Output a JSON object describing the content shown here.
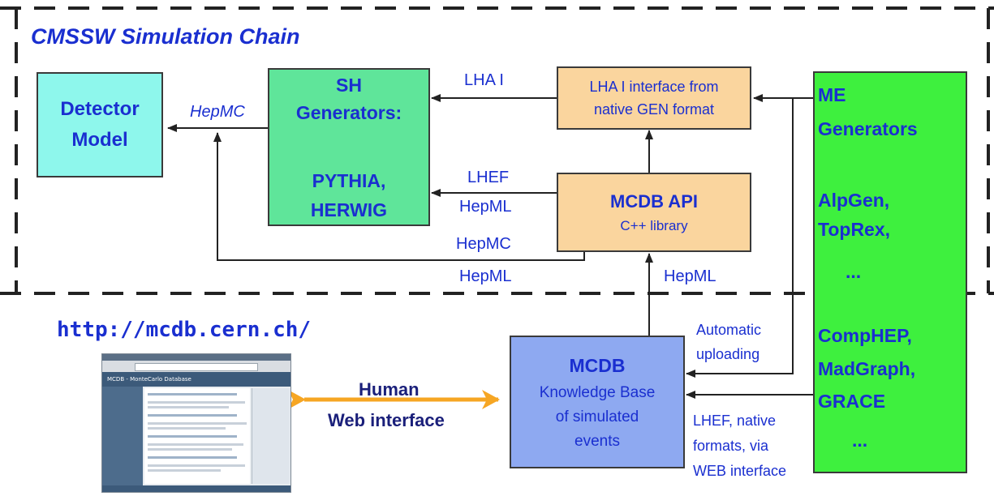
{
  "title": "CMSSW Simulation Chain",
  "url": "http://mcdb.cern.ch/",
  "boxes": {
    "detector": {
      "line1": "Detector",
      "line2": "Model"
    },
    "sh": {
      "line1": "SH",
      "line2": "Generators:",
      "line3": "PYTHIA,",
      "line4": "HERWIG"
    },
    "lha": {
      "line1": "LHA I interface from",
      "line2": "native GEN format"
    },
    "mcdb_api": {
      "line1": "MCDB API",
      "line2": "C++ library"
    },
    "me": {
      "line1": "ME",
      "line2": "Generators",
      "line3": "AlpGen,",
      "line4": "TopRex,",
      "line5": "...",
      "line6": "CompHEP,",
      "line7": "MadGraph,",
      "line8": "GRACE",
      "line9": "..."
    },
    "mcdb": {
      "line1": "MCDB",
      "line2": "Knowledge Base",
      "line3": "of simulated",
      "line4": "events"
    }
  },
  "labels": {
    "hepmc_top": "HepMC",
    "lha_i": "LHA I",
    "lhef": "LHEF",
    "hepml_mid": "HepML",
    "hepmc_bottom": "HepMC",
    "hepml_bottom": "HepML",
    "hepml_right": "HepML",
    "automatic": "Automatic",
    "uploading": "uploading",
    "lhef_native": "LHEF, native",
    "formats_via": "formats, via",
    "web_interface_label": "WEB interface",
    "human": "Human",
    "web_interface": "Web interface"
  },
  "screenshot": {
    "header": "MCDB - MonteCarlo Database"
  },
  "colors": {
    "dash": "#222222",
    "arrow": "#222222",
    "label_blue": "#1a2fd0",
    "detector_fill": "#8ef7ec",
    "sh_fill": "#5fe59a",
    "lha_fill": "#fad59e",
    "me_fill": "#3ef03e",
    "mcdb_fill": "#8ea9f1",
    "orange_arrow": "#f6a623"
  }
}
